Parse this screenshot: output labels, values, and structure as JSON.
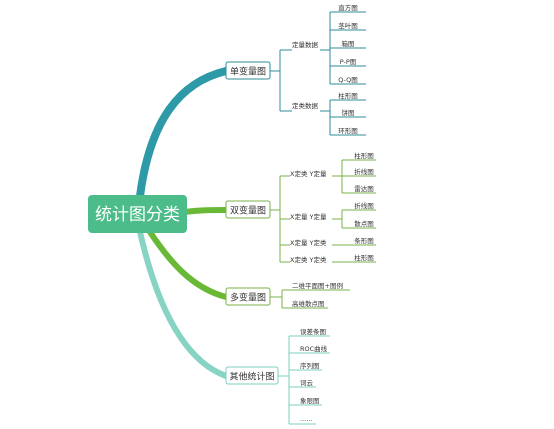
{
  "colors": {
    "root_fill": "#4cbc8a",
    "root_text": "#ffffff",
    "line_teal": "#2e9aa8",
    "line_green": "#6ab936",
    "line_light": "#88d4c4",
    "box_teal": "#2e8c98",
    "box_green": "#7ab04a",
    "box_light": "#7ccfc0",
    "thin_line": "#9fb6bd",
    "leaf_text": "#333333"
  },
  "root": {
    "label": "统计图分类"
  },
  "branches": [
    {
      "label": "单变量图",
      "groups": [
        {
          "label": "定量数据",
          "leaves": [
            "直方图",
            "茎叶图",
            "箱图",
            "P-P图",
            "Q-Q图"
          ]
        },
        {
          "label": "定类数据",
          "leaves": [
            "柱形图",
            "饼图",
            "环形图"
          ]
        }
      ]
    },
    {
      "label": "双变量图",
      "groups": [
        {
          "label": "X定类 Y定量",
          "leaves": [
            "柱形图",
            "折线图",
            "雷达图"
          ]
        },
        {
          "label": "X定量 Y定量",
          "leaves": [
            "折线图",
            "散点图"
          ]
        },
        {
          "label": "X定量 Y定类",
          "leaves": [
            "条形图"
          ]
        },
        {
          "label": "X定类 Y定类",
          "leaves": [
            "柱形图"
          ]
        }
      ]
    },
    {
      "label": "多变量图",
      "items": [
        "二维平面图+图例",
        "高维散点图"
      ]
    },
    {
      "label": "其他统计图",
      "items": [
        "误差条图",
        "ROC曲线",
        "序列图",
        "词云",
        "象限图",
        "......"
      ]
    }
  ]
}
